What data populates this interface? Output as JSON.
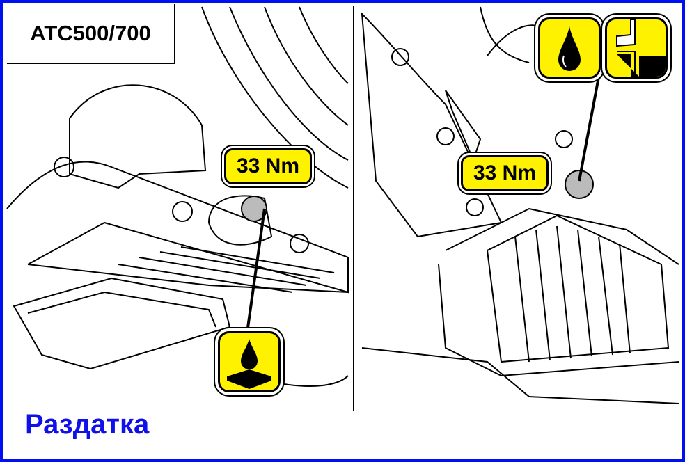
{
  "title": "ATC500/700",
  "left_panel": {
    "torque_label": "33 Nm"
  },
  "right_panel": {
    "torque_label": "33 Nm"
  },
  "icons": [
    "drain-plug-icon",
    "oil-drop-icon",
    "fill-level-icon"
  ],
  "caption": "Раздатка",
  "colors": {
    "border": "#0010f0",
    "badge": "#fff200",
    "caption": "#1010e8"
  }
}
